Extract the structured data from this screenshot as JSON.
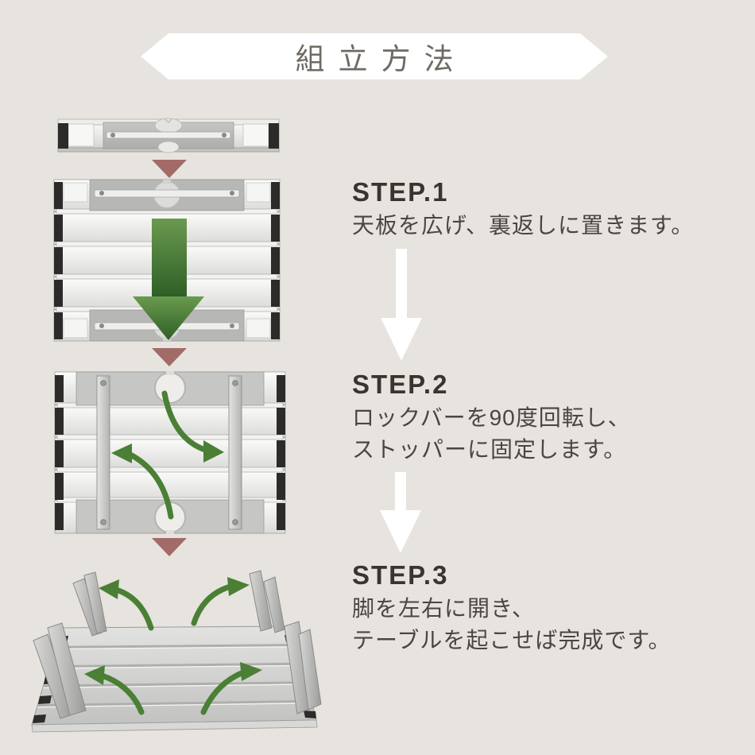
{
  "page": {
    "background": "#e7e3de"
  },
  "banner": {
    "title": "組立方法"
  },
  "steps": [
    {
      "label": "STEP.1",
      "lines": [
        "天板を広げ、裏返しに置きます。"
      ]
    },
    {
      "label": "STEP.2",
      "lines": [
        "ロックバーを90度回転し、",
        "ストッパーに固定します。"
      ]
    },
    {
      "label": "STEP.3",
      "lines": [
        "脚を左右に開き、",
        "テーブルを起こせば完成です。"
      ]
    }
  ],
  "colors": {
    "background": "#e7e3de",
    "banner_bg": "#ffffff",
    "banner_text": "#6f6a64",
    "heading_text": "#38342f",
    "body_text": "#4a4542",
    "step_flow_arrow": "#ffffff",
    "flow_triangle": "#a26b68",
    "action_arrow_green": "#4a7f35",
    "table_black_caps": "#2c2b29",
    "table_silver": "#d8d8d6"
  },
  "icons": {
    "flow_triangle": "down-triangle-icon",
    "step_arrow": "down-arrow-icon",
    "unfold_arrow": "green-down-arrow-icon",
    "rotate_arrows": "green-rotate-arrows-icon",
    "open_legs_arrows": "green-open-arrows-icon"
  }
}
